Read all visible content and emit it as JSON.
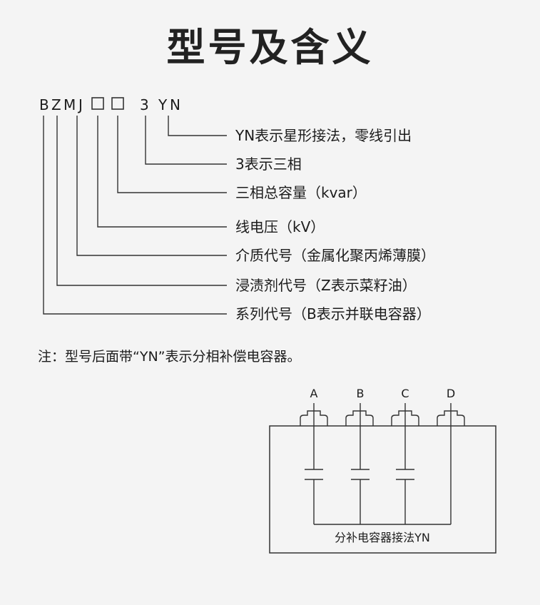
{
  "title": "型号及含义",
  "model_code": {
    "chars": [
      "B",
      "Z",
      "M",
      "J",
      "□",
      "□",
      "3",
      "Y",
      "N"
    ]
  },
  "meanings": [
    "YN表示星形接法，零线引出",
    "3表示三相",
    "三相总容量（kvar）",
    "线电压（kV）",
    "介质代号（金属化聚丙烯薄膜）",
    "浸渍剂代号（Z表示菜籽油）",
    "系列代号（B表示并联电容器）"
  ],
  "note": "注：型号后面带“YN”表示分相补偿电容器。",
  "wiring_diagram": {
    "terminals": [
      "A",
      "B",
      "C",
      "D"
    ],
    "caption": "分补电容器接法YN"
  },
  "colors": {
    "background": "#f4f4f4",
    "text": "#1c1c1c",
    "line": "#333333"
  }
}
